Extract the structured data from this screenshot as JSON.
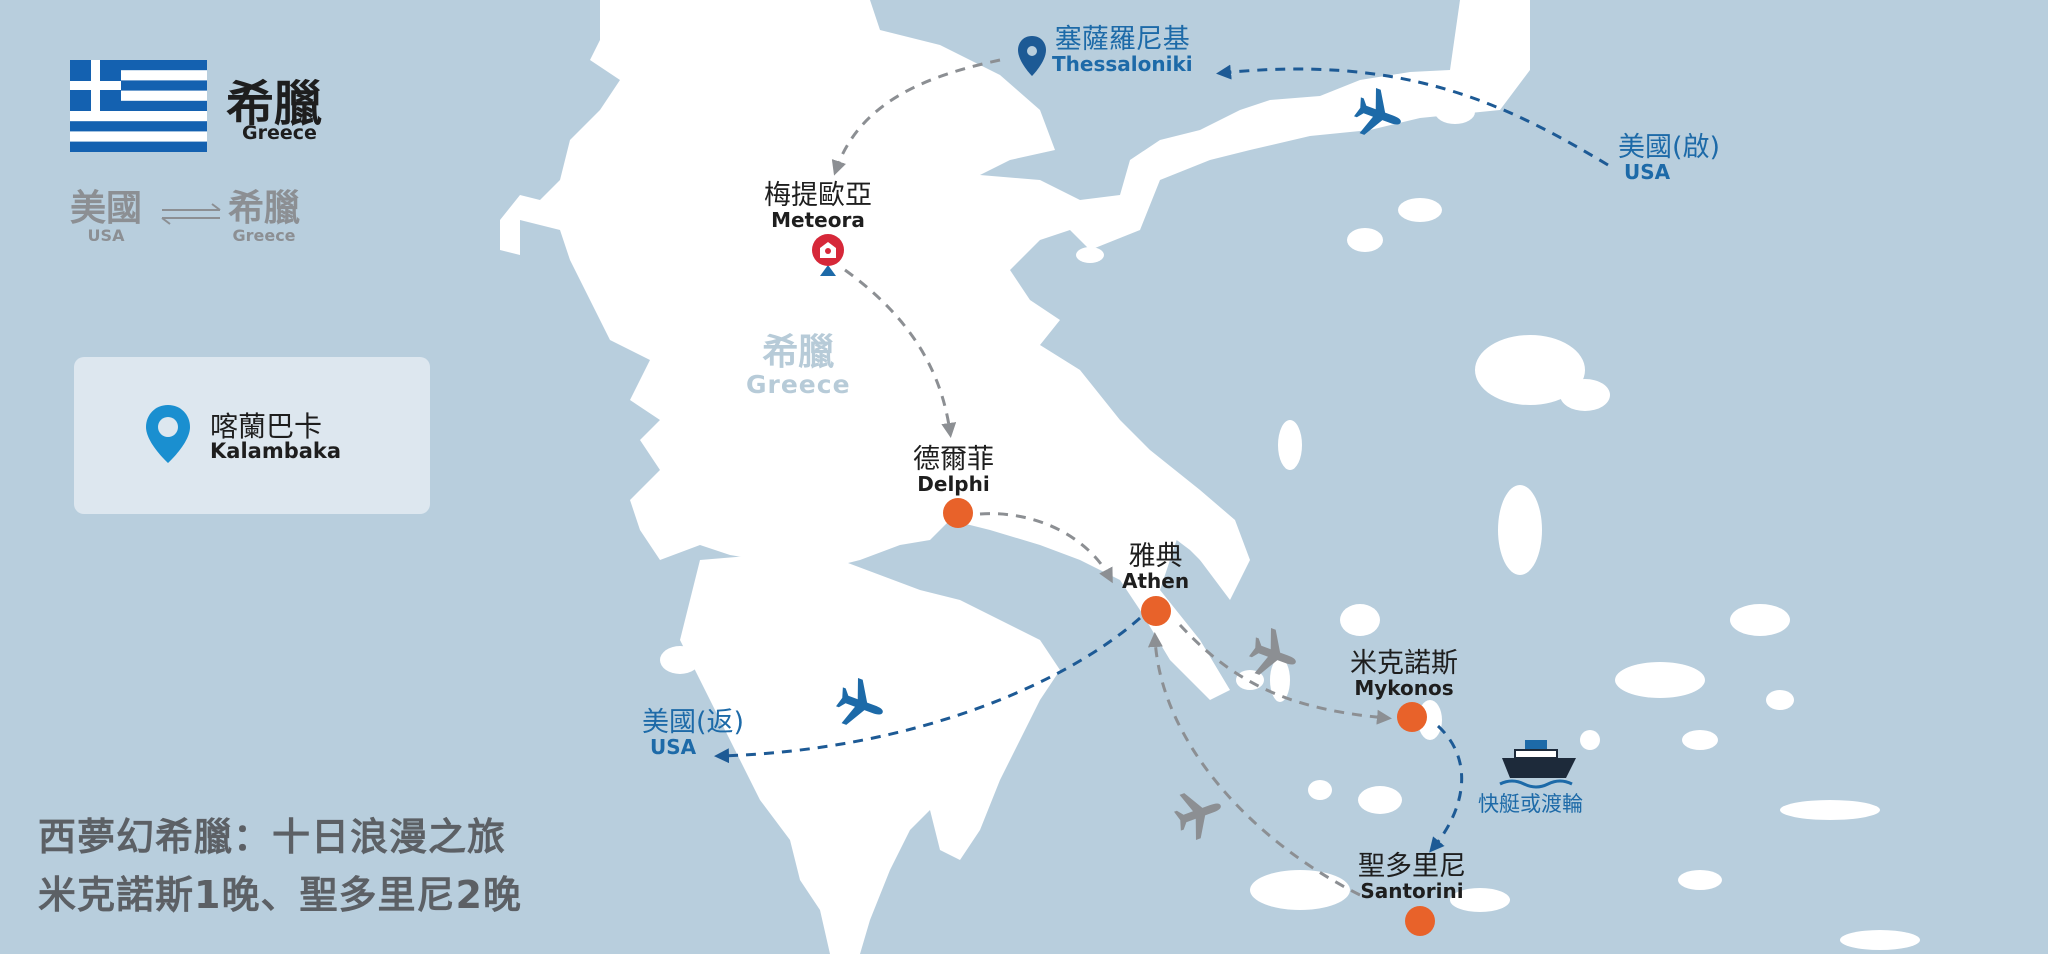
{
  "header": {
    "country_zh": "希臘",
    "country_en": "Greece",
    "route_from_zh": "美國",
    "route_from_en": "USA",
    "route_to_zh": "希臘",
    "route_to_en": "Greece"
  },
  "legend": {
    "icon": "map-pin-icon",
    "label_zh": "喀蘭巴卡",
    "label_en": "Kalambaka"
  },
  "map_watermark": {
    "zh": "希臘",
    "en": "Greece"
  },
  "places": {
    "thessaloniki": {
      "zh": "塞薩羅尼基",
      "en": "Thessaloniki"
    },
    "meteora": {
      "zh": "梅提歐亞",
      "en": "Meteora"
    },
    "delphi": {
      "zh": "德爾菲",
      "en": "Delphi"
    },
    "athen": {
      "zh": "雅典",
      "en": "Athen"
    },
    "mykonos": {
      "zh": "米克諾斯",
      "en": "Mykonos"
    },
    "santorini": {
      "zh": "聖多里尼",
      "en": "Santorini"
    },
    "usa_depart": {
      "zh": "美國(啟)",
      "en": "USA"
    },
    "usa_return": {
      "zh": "美國(返)",
      "en": "USA"
    }
  },
  "transport": {
    "boat_label": "快艇或渡輪",
    "icons": [
      "airplane-icon",
      "ship-icon"
    ]
  },
  "title": {
    "line1": "西夢幻希臘：十日浪漫之旅",
    "line2": "米克諾斯1晚、聖多里尼2晚"
  },
  "colors": {
    "sea": "#b8cedd",
    "land": "#ffffff",
    "accent_blue": "#1d6aa8",
    "marker_orange": "#e8622a",
    "route_gray": "#8c8f93",
    "flag_blue": "#1461b0"
  }
}
